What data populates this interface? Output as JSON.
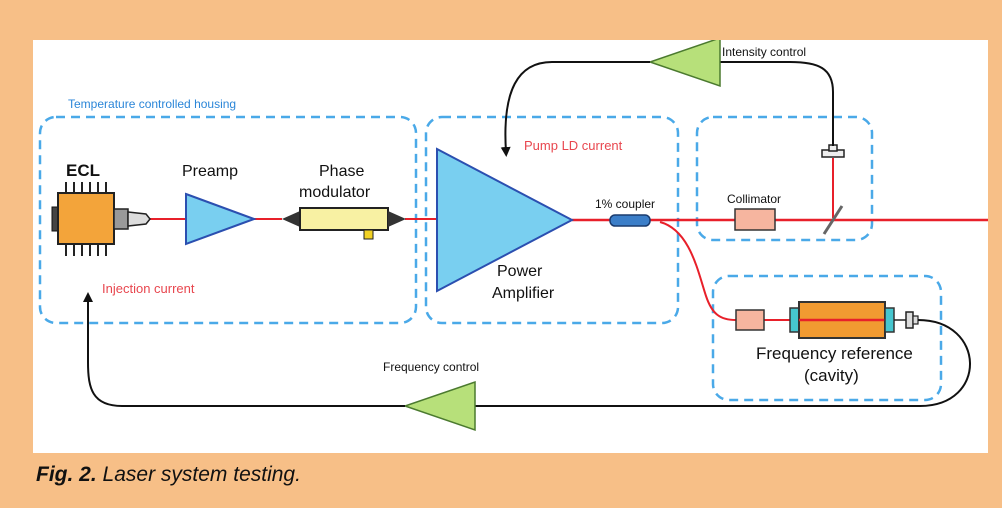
{
  "figure": {
    "caption_label": "Fig. 2.",
    "caption_text": "Laser system testing."
  },
  "diagram": {
    "housing_label": "Temperature controlled housing",
    "ecl": "ECL",
    "preamp": "Preamp",
    "phase_modulator_line1": "Phase",
    "phase_modulator_line2": "modulator",
    "injection_current": "Injection current",
    "pump_ld_current": "Pump LD current",
    "power_amplifier_line1": "Power",
    "power_amplifier_line2": "Amplifier",
    "coupler": "1% coupler",
    "collimator": "Collimator",
    "intensity_control": "Intensity control",
    "frequency_control": "Frequency control",
    "frequency_reference_line1": "Frequency reference",
    "frequency_reference_line2": "(cavity)"
  },
  "colors": {
    "frame": "#f7bf87",
    "dashed_box": "#4aa9e8",
    "beam": "#e8202a",
    "amplifier_fill": "#79cff0",
    "green_amp": "#b7e07a",
    "label_blue": "#2b86d8",
    "label_red": "#e8474f"
  }
}
